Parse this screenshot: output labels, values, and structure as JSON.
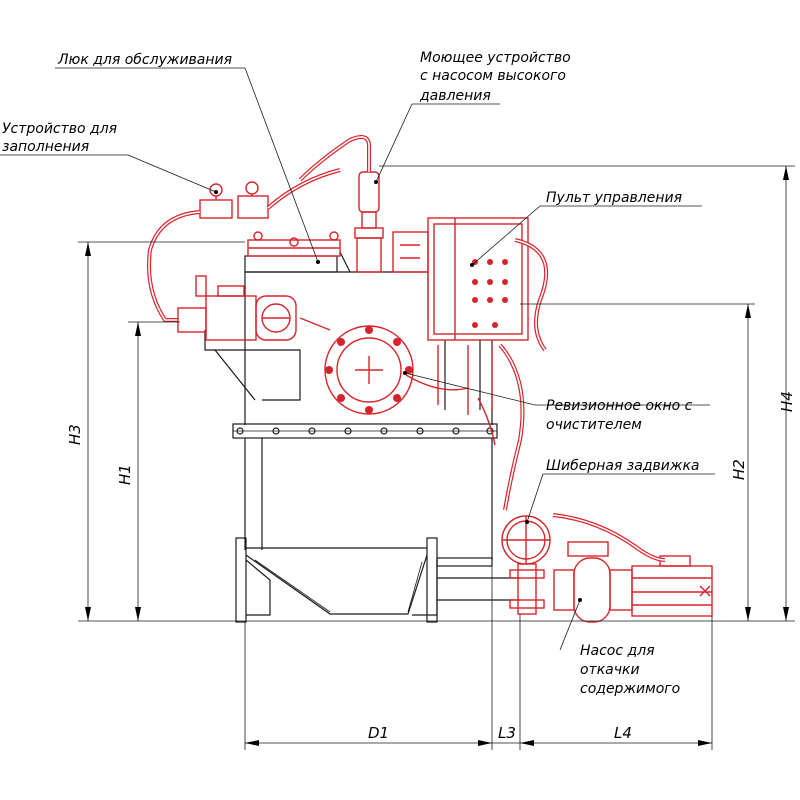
{
  "labels": {
    "hatch": "Люк для обслуживания",
    "washer": [
      "Моющее устройство",
      "с насосом высокого",
      "давления"
    ],
    "filler": [
      "Устройство для",
      "заполнения"
    ],
    "panel": "Пульт управления",
    "window": [
      "Ревизионное окно с",
      "очистителем"
    ],
    "gate": "Шиберная задвижка",
    "pump": [
      "Насос для",
      "откачки",
      "содержимого"
    ]
  },
  "dimensions": {
    "h3": "H3",
    "h1": "H1",
    "h2": "H2",
    "h4": "H4",
    "d1": "D1",
    "l3": "L3",
    "l4": "L4"
  },
  "colors": {
    "equipment": "#d8232a",
    "structure": "#1a1a1a",
    "background": "#ffffff"
  }
}
